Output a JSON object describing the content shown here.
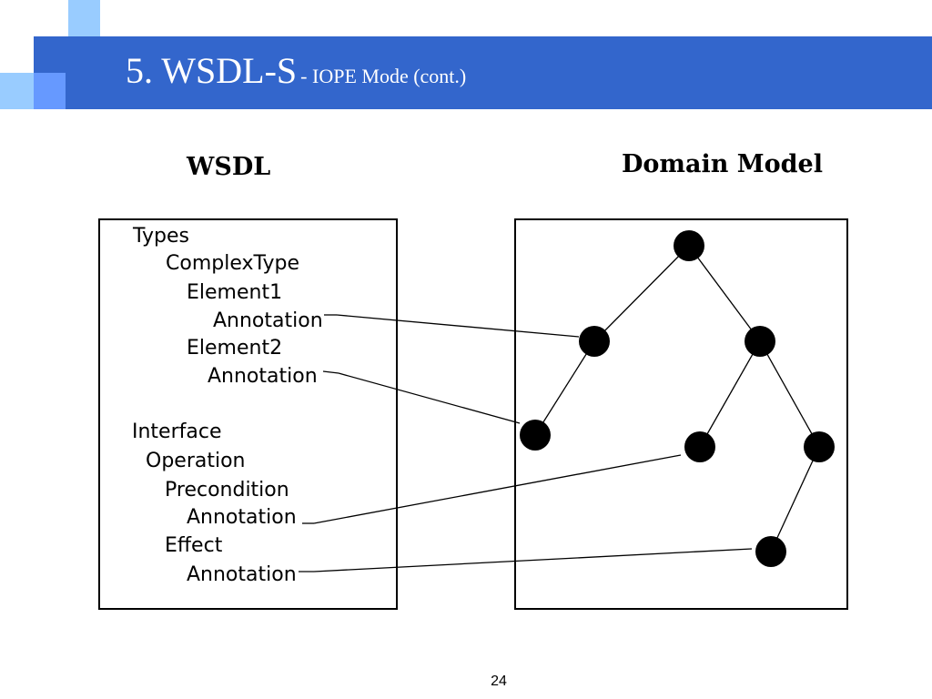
{
  "slide": {
    "title_main": "5. WSDL-S",
    "title_sub": "- IOPE Mode (cont.)",
    "page_number": "24",
    "accent_color": "#3366cc",
    "decor_colors": [
      "#99ccff",
      "#6699ff",
      "#3366cc"
    ]
  },
  "diagram": {
    "left_heading": "WSDL",
    "right_heading": "Domain Model",
    "wsdl_lines": [
      "Types",
      "ComplexType",
      "Element1",
      "Annotation",
      "Element2",
      "Annotation",
      "Interface",
      "Operation",
      "Precondition",
      "Annotation",
      "Effect",
      "Annotation"
    ],
    "tree": {
      "nodes": [
        "root",
        "left-child",
        "right-child",
        "left-leaf",
        "middle-leaf",
        "right-leaf",
        "bottom-leaf"
      ],
      "edges": [
        [
          "root",
          "left-child"
        ],
        [
          "root",
          "right-child"
        ],
        [
          "left-child",
          "left-leaf"
        ],
        [
          "right-child",
          "middle-leaf"
        ],
        [
          "right-child",
          "right-leaf"
        ],
        [
          "right-leaf",
          "bottom-leaf"
        ]
      ]
    },
    "annotation_links": [
      {
        "from_line": 3,
        "to_node": "left-child"
      },
      {
        "from_line": 5,
        "to_node": "left-leaf"
      },
      {
        "from_line": 9,
        "to_node": "middle-leaf"
      },
      {
        "from_line": 11,
        "to_node": "bottom-leaf"
      }
    ]
  }
}
